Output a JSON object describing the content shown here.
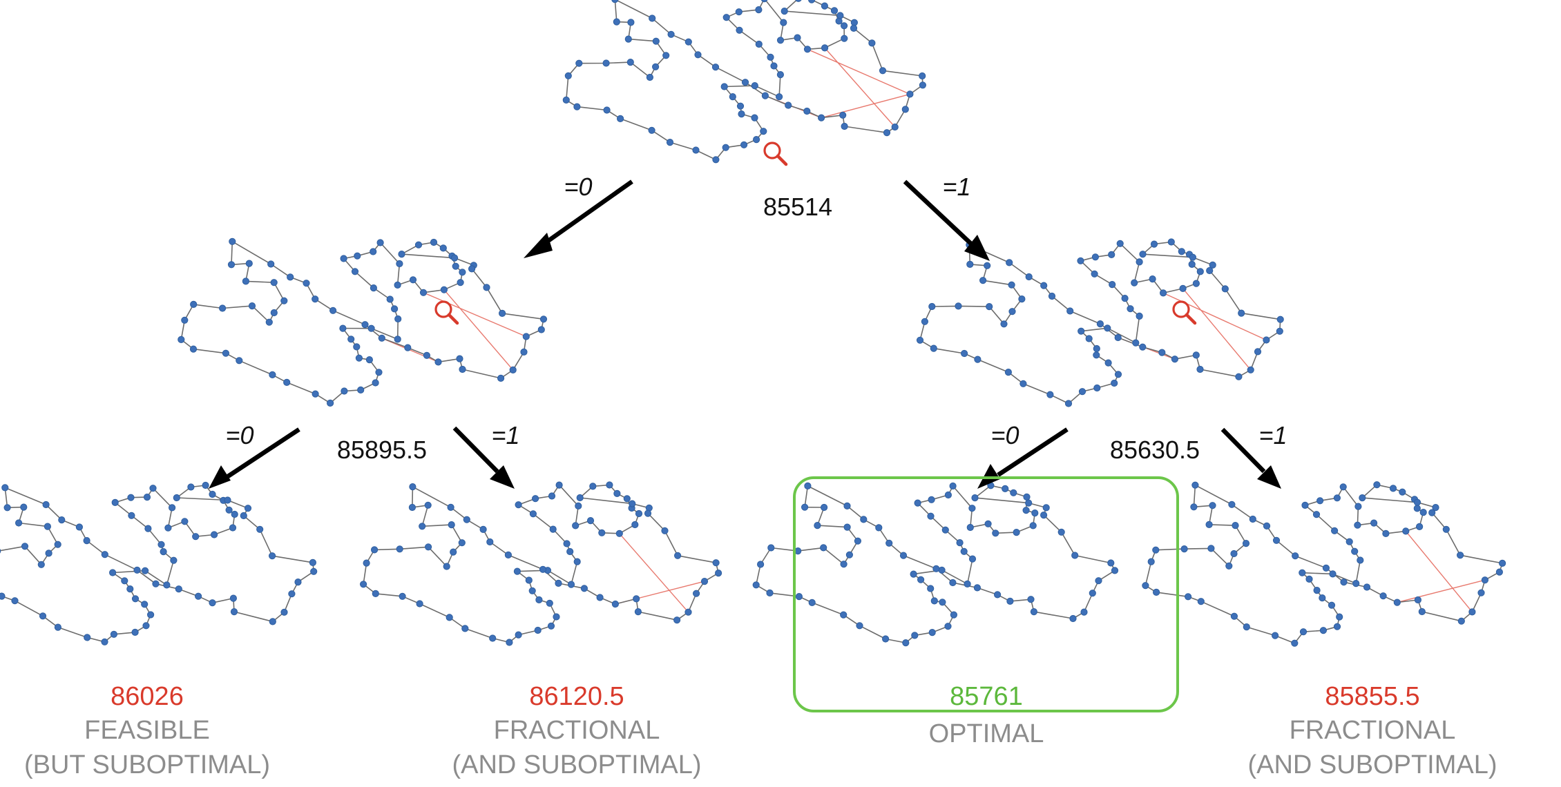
{
  "root": {
    "bound": "85514"
  },
  "level1": [
    {
      "branch_label": "=0",
      "bound": "85895.5"
    },
    {
      "branch_label": "=1",
      "bound": "85630.5"
    }
  ],
  "leaves": [
    {
      "branch_label": "=0",
      "value": "86026",
      "status_line1": "FEASIBLE",
      "status_line2": "(BUT SUBOPTIMAL)",
      "value_color": "#d93a2b"
    },
    {
      "branch_label": "=1",
      "value": "86120.5",
      "status_line1": "FRACTIONAL",
      "status_line2": "(AND SUBOPTIMAL)",
      "value_color": "#d93a2b"
    },
    {
      "branch_label": "=0",
      "value": "85761",
      "status_line1": "OPTIMAL",
      "status_line2": "",
      "value_color": "#5cb83c"
    },
    {
      "branch_label": "=1",
      "value": "85855.5",
      "status_line1": "FRACTIONAL",
      "status_line2": "(AND SUBOPTIMAL)",
      "value_color": "#d93a2b"
    }
  ],
  "colors": {
    "node": "#3e70b8",
    "tour_edge": "#6b6b6b",
    "fractional_edge": "#e8796e",
    "magnifier": "#d83a2c",
    "optimal_frame": "#6cc64a"
  }
}
